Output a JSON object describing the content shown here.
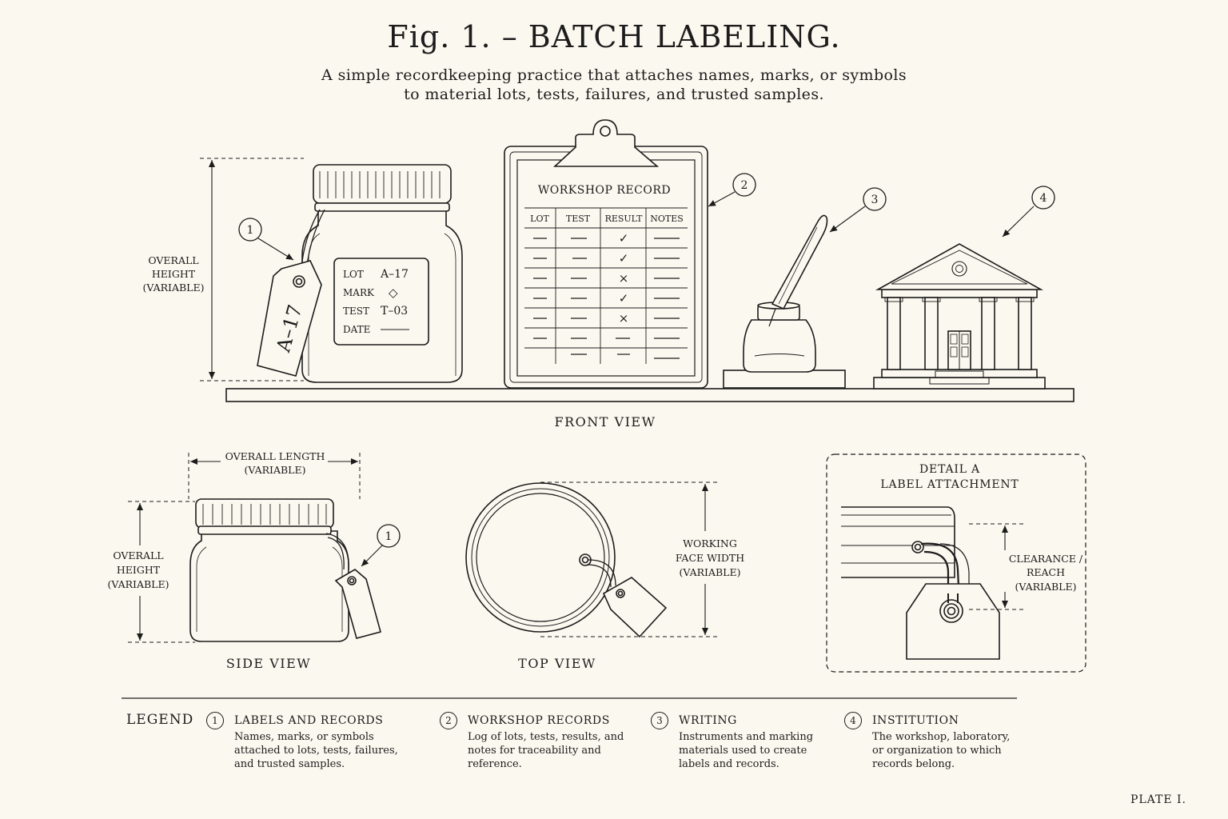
{
  "header": {
    "title": "Fig. 1. – BATCH LABELING.",
    "subtitle_line1": "A simple recordkeeping practice that attaches names, marks, or symbols",
    "subtitle_line2": "to material lots, tests, failures, and trusted samples."
  },
  "front_view": {
    "caption": "FRONT VIEW",
    "dim_height": [
      "OVERALL",
      "HEIGHT",
      "(VARIABLE)"
    ],
    "tag_text": "A–17",
    "jar_label": {
      "lot_key": "LOT",
      "lot_value": "A–17",
      "mark_key": "MARK",
      "mark_value": "◇",
      "test_key": "TEST",
      "test_value": "T–03",
      "date_key": "DATE",
      "date_value": "———"
    },
    "clipboard": {
      "title": "WORKSHOP RECORD",
      "columns": [
        "LOT",
        "TEST",
        "RESULT",
        "NOTES"
      ],
      "result_marks": [
        "✓",
        "✓",
        "×",
        "✓",
        "×"
      ]
    },
    "callouts": [
      "1",
      "2",
      "3",
      "4"
    ]
  },
  "side_view": {
    "caption": "SIDE VIEW",
    "dim_length": [
      "OVERALL LENGTH",
      "(VARIABLE)"
    ],
    "dim_height": [
      "OVERALL",
      "HEIGHT",
      "(VARIABLE)"
    ],
    "callout": "1"
  },
  "top_view": {
    "caption": "TOP VIEW",
    "dim_width": [
      "WORKING",
      "FACE WIDTH",
      "(VARIABLE)"
    ]
  },
  "detail": {
    "title_line1": "DETAIL A",
    "title_line2": "LABEL ATTACHMENT",
    "dim_clearance": [
      "CLEARANCE /",
      "REACH",
      "(VARIABLE)"
    ]
  },
  "legend": {
    "title": "LEGEND",
    "items": [
      {
        "num": "1",
        "head": "LABELS AND RECORDS",
        "desc": "Names, marks, or symbols attached to lots, tests, failures, and trusted samples."
      },
      {
        "num": "2",
        "head": "WORKSHOP RECORDS",
        "desc": "Log of lots, tests, results, and notes for traceability and reference."
      },
      {
        "num": "3",
        "head": "WRITING",
        "desc": "Instruments and marking materials used to create labels and records."
      },
      {
        "num": "4",
        "head": "INSTITUTION",
        "desc": "The workshop, laboratory, or organization to which records belong."
      }
    ]
  },
  "footer": {
    "plate": "PLATE I."
  }
}
